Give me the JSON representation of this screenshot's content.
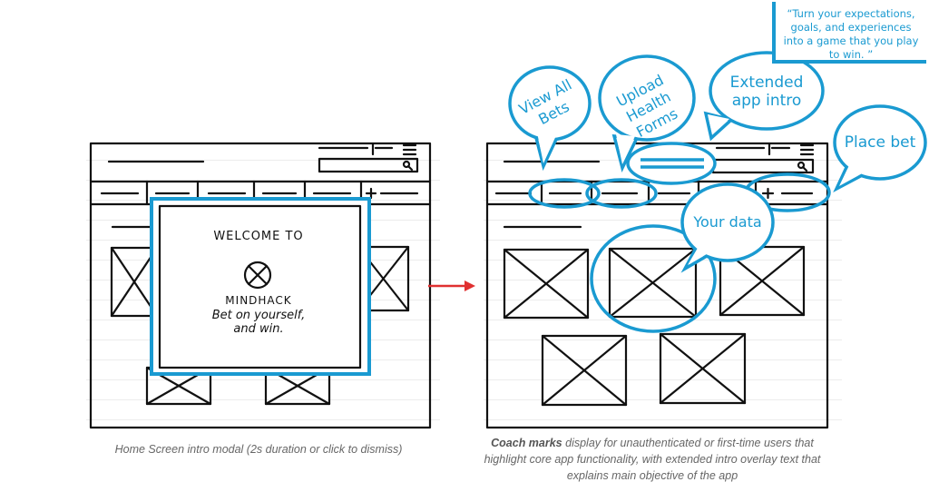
{
  "left_panel": {
    "modal": {
      "heading": "WELCOME TO",
      "logo_icon": "circle-x-logo-icon",
      "app_name": "MINDHACK",
      "tagline_line1": "Bet on yourself,",
      "tagline_line2": "and win."
    },
    "caption": "Home Screen intro modal (2s duration or click to dismiss)"
  },
  "arrow": {
    "color": "#e03030",
    "icon": "arrow-right-icon"
  },
  "right_panel": {
    "quote": "“Turn your expectations, goals, and experiences into a game that you play to win. ”",
    "coach_marks": [
      {
        "id": "view-all-bets",
        "label_line1": "View All",
        "label_line2": "Bets"
      },
      {
        "id": "upload-health-forms",
        "label_line1": "Upload",
        "label_line2": "Health Forms"
      },
      {
        "id": "extended-app-intro",
        "label_line1": "Extended",
        "label_line2": "app intro"
      },
      {
        "id": "place-bet",
        "label_line1": "Place bet",
        "label_line2": ""
      },
      {
        "id": "your-data",
        "label_line1": "Your data",
        "label_line2": ""
      }
    ],
    "caption_bold": "Coach marks",
    "caption_rest": " display for unauthenticated or first-time users that highlight core app functionality, with extended intro overlay text that explains main objective of the app"
  },
  "colors": {
    "accent": "#1a9ad1",
    "arrow": "#e03030",
    "caption": "#666666"
  }
}
